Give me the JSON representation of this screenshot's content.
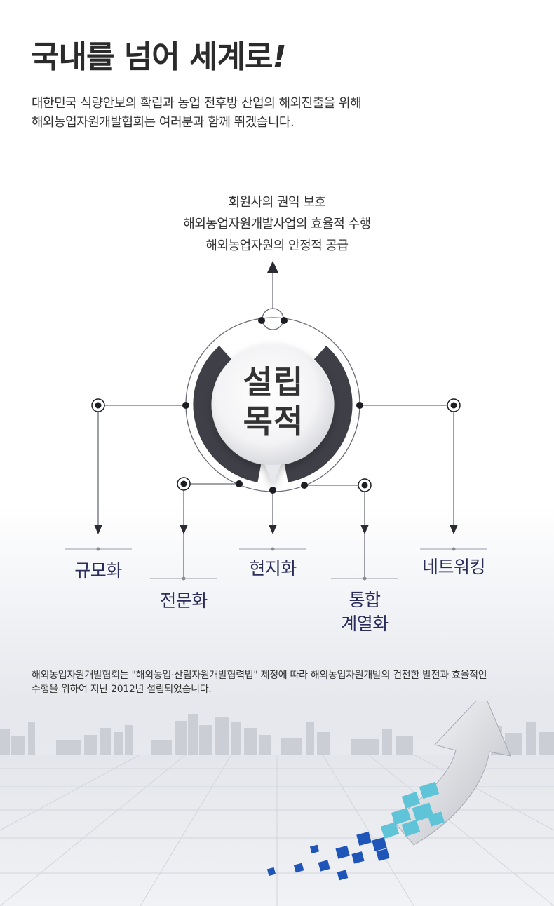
{
  "headline": {
    "text": "국내를 넘어 세계로",
    "exclamation": "!"
  },
  "lead": [
    "대한민국 식량안보의 확립과 농업 전후방 산업의 해외진출을 위해",
    "해외농업자원개발협회는 여러분과 함께 뛰겠습니다."
  ],
  "goals": [
    "회원사의 권익 보호",
    "해외농업자원개발사업의 효율적 수행",
    "해외농업자원의 안정적 공급"
  ],
  "center": {
    "line1": "설립",
    "line2": "목적"
  },
  "branches": {
    "scale": "규모화",
    "specialize": "전문화",
    "localize": "현지화",
    "integrate_line1": "통합",
    "integrate_line2": "계열화",
    "network": "네트워킹"
  },
  "footnote": [
    "해외농업자원개발협회는 \"해외농업·산림자원개발협력법\" 제정에 따라 해외농업자원개발의 건전한 발전과 효율적인",
    "수행을 위하여 지난 2012년 설립되었습니다."
  ],
  "colors": {
    "ring_dark": "#3e3f47",
    "line": "#6b6b78",
    "label": "#2c2c5a",
    "cube_cyan": "#5fc4d8",
    "cube_blue": "#1f55b8"
  },
  "icons": [
    "arrow-up-icon",
    "arrow-down-icon",
    "connector-dot-icon",
    "rising-arrow-icon",
    "cityscape-icon"
  ]
}
